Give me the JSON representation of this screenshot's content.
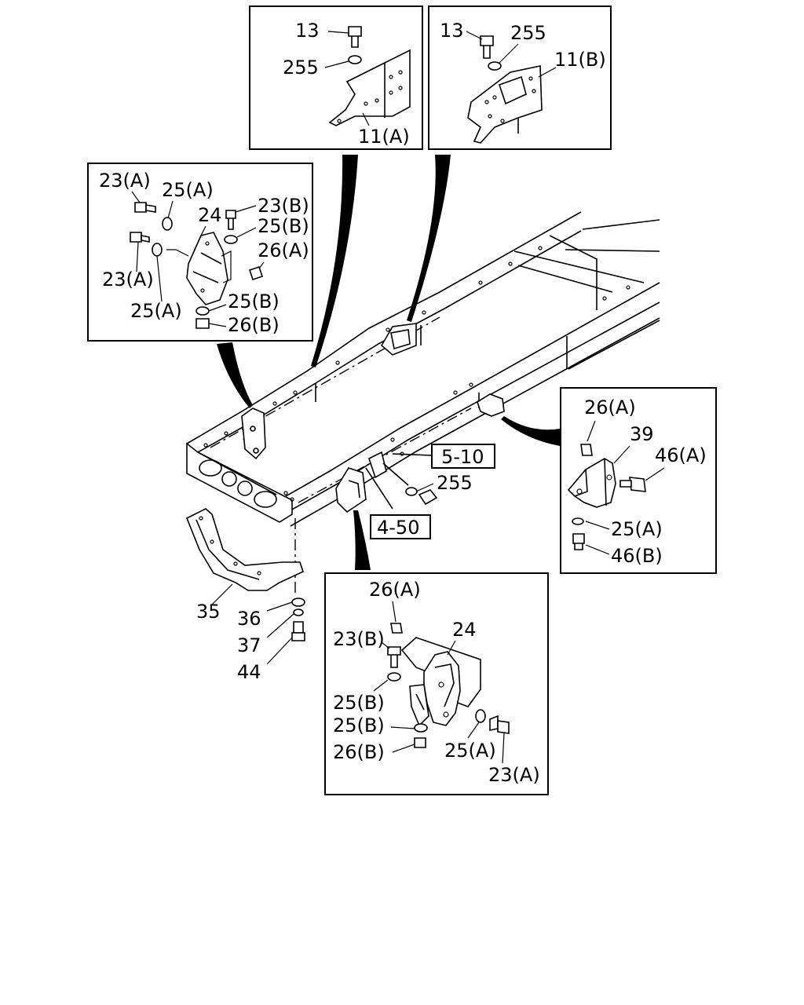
{
  "callouts": {
    "topA": {
      "bolt": "13",
      "washer": "255",
      "bracket": "11(A)"
    },
    "topB": {
      "bolt": "13",
      "washer": "255",
      "bracket": "11(B)"
    },
    "left": {
      "bolt_a1": "23(A)",
      "washer_a1": "25(A)",
      "bracket": "24",
      "bolt_b": "23(B)",
      "washer_b1": "25(B)",
      "nut_a": "26(A)",
      "bolt_a2": "23(A)",
      "washer_b2": "25(B)",
      "washer_a2": "25(A)",
      "nut_b": "26(B)"
    },
    "right": {
      "nut_a": "26(A)",
      "bracket": "39",
      "bolt_a": "46(A)",
      "washer_a": "25(A)",
      "bolt_b": "46(B)"
    },
    "bottom": {
      "nut_a": "26(A)",
      "bracket": "24",
      "bolt_b": "23(B)",
      "washer_b1": "25(B)",
      "washer_b2": "25(B)",
      "nut_b": "26(B)",
      "washer_a": "25(A)",
      "bolt_a": "23(A)"
    }
  },
  "main": {
    "ref_upper": "5-10",
    "ref_lower": "4-50",
    "washer": "255",
    "crossmember": "35",
    "washer_36": "36",
    "spring_washer": "37",
    "bolt_44": "44"
  }
}
